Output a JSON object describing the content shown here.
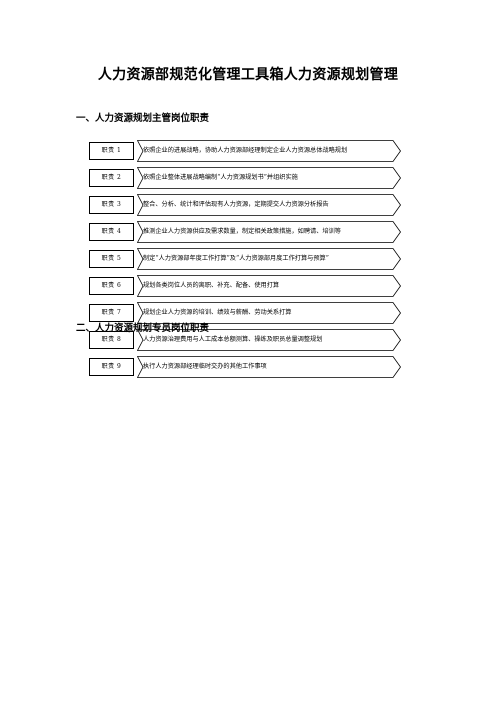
{
  "title": "人力资源部规范化管理工具箱人力资源规划管理",
  "section1": "一、人力资源规划主管岗位职责",
  "section2": "二、人力资源规划专员岗位职责",
  "duties": [
    {
      "badge": "职责 1",
      "text": "依照企业的进展战略，协助人力资源部经理制定企业人力资源总体战略规划"
    },
    {
      "badge": "职责 2",
      "text": "依照企业整体进展战略编制“人力资源规划书”并组织实施"
    },
    {
      "badge": "职责 3",
      "text": "整合、分析、统计和评估现有人力资源，定期提交人力资源分析报告"
    },
    {
      "badge": "职责 4",
      "text": "推测企业人力资源供应及需求数量，制定相关政策措施，如聘请、培训等"
    },
    {
      "badge": "职责 5",
      "text": "制定“人力资源部年度工作打算”及“人力资源部月度工作打算与预算”"
    },
    {
      "badge": "职责 6",
      "text": "规划各类岗位人员的离职、补充、配备、使用打算"
    },
    {
      "badge": "职责 7",
      "text": "规划企业人力资源的培训、绩效与薪酬、劳动关系打算"
    },
    {
      "badge": "职责 8",
      "text": "人力资源治理费用与人工成本总额测算、操练及职员总量调整规划"
    },
    {
      "badge": "职责 9",
      "text": "执行人力资源部经理临时交办的其他工作事项"
    }
  ]
}
